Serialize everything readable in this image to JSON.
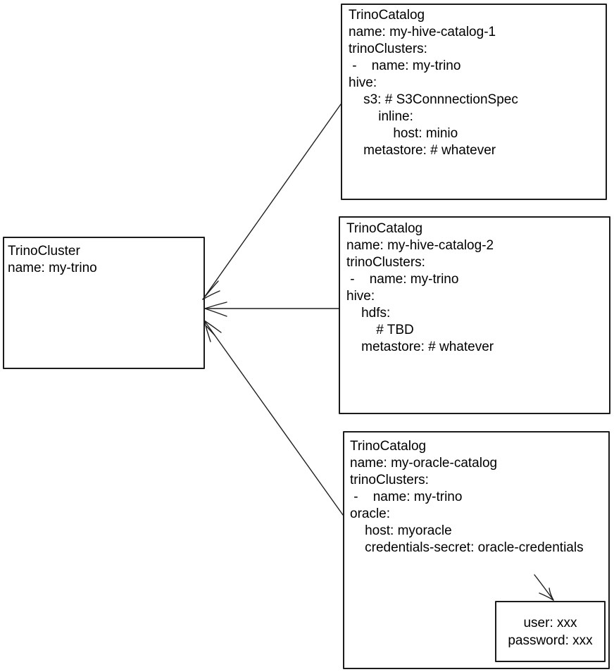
{
  "colors": {
    "background": "#ffffff",
    "stroke": "#1f1f1f",
    "text": "#000000"
  },
  "cluster_node": {
    "lines": [
      "TrinoCluster",
      "name: my-trino"
    ]
  },
  "catalog_nodes": [
    {
      "name": "my-hive-catalog-1",
      "lines": [
        "TrinoCatalog",
        "name: my-hive-catalog-1",
        "trinoClusters:",
        " -    name: my-trino",
        "hive:",
        "    s3: # S3ConnnectionSpec",
        "        inline:",
        "            host: minio",
        "    metastore: # whatever"
      ]
    },
    {
      "name": "my-hive-catalog-2",
      "lines": [
        "TrinoCatalog",
        "name: my-hive-catalog-2",
        "trinoClusters:",
        " -    name: my-trino",
        "hive:",
        "    hdfs:",
        "        # TBD",
        "    metastore: # whatever"
      ]
    },
    {
      "name": "my-oracle-catalog",
      "lines": [
        "TrinoCatalog",
        "name: my-oracle-catalog",
        "trinoClusters:",
        " -    name: my-trino",
        "oracle:",
        "    host: myoracle",
        "    credentials-secret: oracle-credentials"
      ]
    }
  ],
  "secret_node": {
    "lines": [
      "user: xxx",
      "password: xxx"
    ]
  },
  "edges": [
    {
      "from": "my-hive-catalog-1",
      "to": "my-trino"
    },
    {
      "from": "my-hive-catalog-2",
      "to": "my-trino"
    },
    {
      "from": "my-oracle-catalog",
      "to": "my-trino"
    },
    {
      "from": "credentials-secret: oracle-credentials",
      "to": "user/password secret"
    }
  ]
}
